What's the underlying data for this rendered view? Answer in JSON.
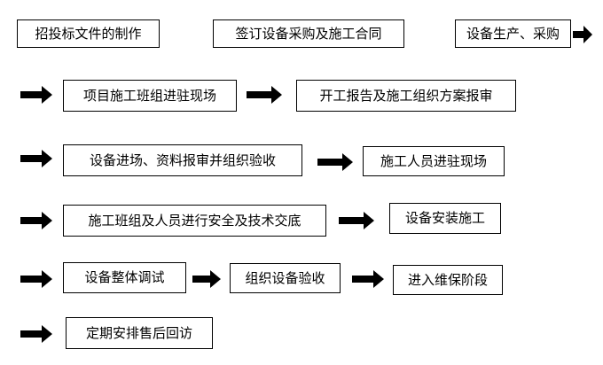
{
  "steps": [
    "招投标文件的制作",
    "签订设备采购及施工合同",
    "设备生产、采购",
    "项目施工班组进驻现场",
    "开工报告及施工组织方案报审",
    "设备进场、资料报审并组织验收",
    "施工人员进驻现场",
    "施工班组及人员进行安全及技术交底",
    "设备安装施工",
    "设备整体调试",
    "组织设备验收",
    "进入维保阶段",
    "定期安排售后回访"
  ],
  "colors": {
    "box_border": "#000000",
    "arrow": "#000000",
    "background": "#ffffff"
  },
  "icons": {
    "flow_arrow": "right-arrow-icon"
  }
}
